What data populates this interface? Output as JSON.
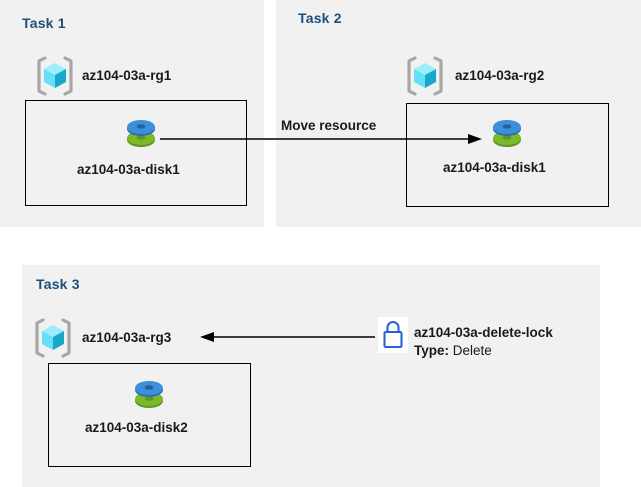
{
  "diagram": {
    "title": "Azure resource group tasks diagram",
    "background": "#ffffff",
    "panel_background": "#f1f1f1",
    "panel_title_color": "#1f4e79",
    "text_color": "#1a1a1a",
    "lock_color": "#2564cf",
    "rg_cube_colors": {
      "top": "#9beffb",
      "left": "#4fd8f5",
      "right": "#1aa8c9",
      "bracket": "#a6a6a6"
    },
    "disk_colors": {
      "top_disk": "#3c8fd9",
      "top_disk_dark": "#2f6fb0",
      "bottom_disk": "#7ab929",
      "bottom_disk_dark": "#5f9520"
    }
  },
  "panels": [
    {
      "id": "task1",
      "title": "Task 1",
      "resource_group": {
        "icon": "resource-group-icon",
        "label": "az104-03a-rg1"
      },
      "resource": {
        "icon": "disk-icon",
        "label": "az104-03a-disk1"
      }
    },
    {
      "id": "task2",
      "title": "Task 2",
      "resource_group": {
        "icon": "resource-group-icon",
        "label": "az104-03a-rg2"
      },
      "resource": {
        "icon": "disk-icon",
        "label": "az104-03a-disk1"
      }
    },
    {
      "id": "task3",
      "title": "Task 3",
      "resource_group": {
        "icon": "resource-group-icon",
        "label": "az104-03a-rg3"
      },
      "resource": {
        "icon": "disk-icon",
        "label": "az104-03a-disk2"
      },
      "lock": {
        "icon": "lock-icon",
        "name": "az104-03a-delete-lock",
        "type_key": "Type:",
        "type_value": "Delete"
      }
    }
  ],
  "connectors": [
    {
      "id": "move-resource",
      "label": "Move resource",
      "direction": "right",
      "from": "task1-disk1",
      "to": "task2-disk1"
    },
    {
      "id": "lock-applies-to-rg3",
      "label": "",
      "direction": "left",
      "from": "az104-03a-delete-lock",
      "to": "az104-03a-rg3"
    }
  ]
}
